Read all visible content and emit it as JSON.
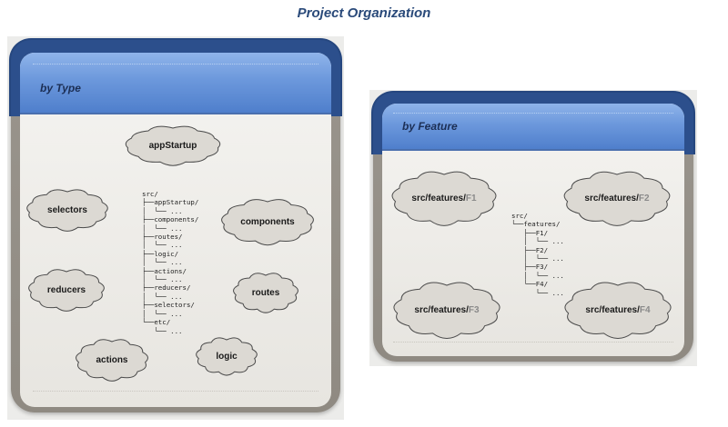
{
  "title": "Project Organization",
  "by_type": {
    "title": "by Type",
    "clouds": [
      {
        "id": "appstartup",
        "label": "appStartup",
        "suffix": ""
      },
      {
        "id": "selectors",
        "label": "selectors",
        "suffix": ""
      },
      {
        "id": "components",
        "label": "components",
        "suffix": ""
      },
      {
        "id": "reducers",
        "label": "reducers",
        "suffix": ""
      },
      {
        "id": "routes",
        "label": "routes",
        "suffix": ""
      },
      {
        "id": "actions",
        "label": "actions",
        "suffix": ""
      },
      {
        "id": "logic",
        "label": "logic",
        "suffix": ""
      }
    ],
    "tree": "src/\n├──appStartup/\n│  └── ...\n├──components/\n│  └── ...\n├──routes/\n│  └── ...\n├──logic/\n│  └── ...\n├──actions/\n│  └── ...\n├──reducers/\n│  └── ...\n├──selectors/\n│  └── ...\n└──etc/\n   └── ..."
  },
  "by_feature": {
    "title": "by Feature",
    "clouds": [
      {
        "id": "f1",
        "label": "src/features/",
        "suffix": "F1"
      },
      {
        "id": "f2",
        "label": "src/features/",
        "suffix": "F2"
      },
      {
        "id": "f3",
        "label": "src/features/",
        "suffix": "F3"
      },
      {
        "id": "f4",
        "label": "src/features/",
        "suffix": "F4"
      }
    ],
    "tree": "src/\n└──features/\n   ├──F1/\n   │  └── ...\n   ├──F2/\n   │  └── ...\n   ├──F3/\n   │  └── ...\n   └──F4/\n      └── ..."
  }
}
